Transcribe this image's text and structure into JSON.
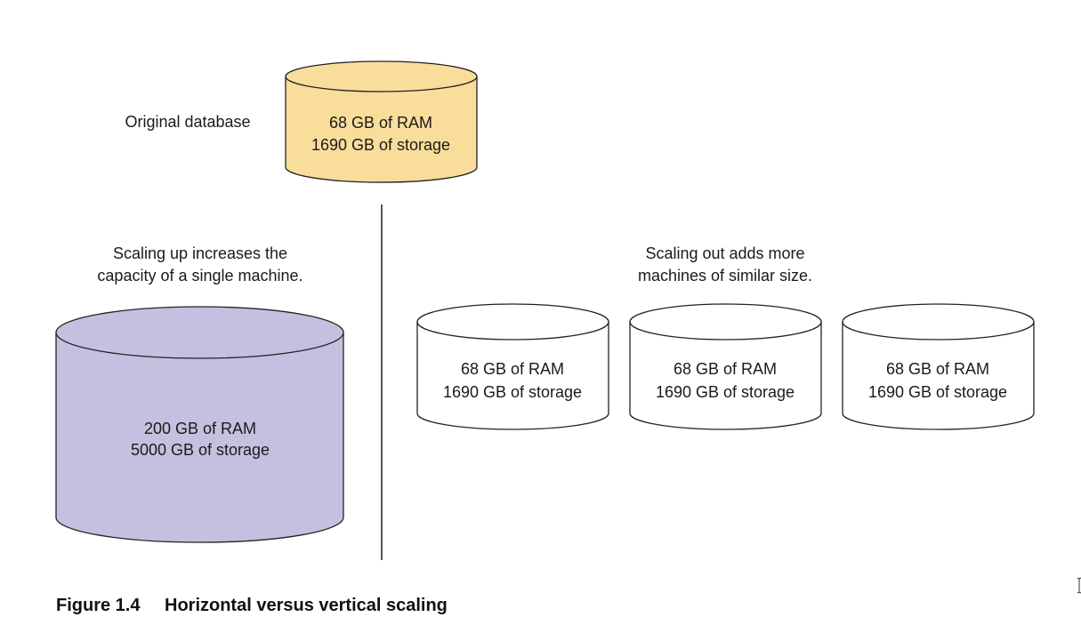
{
  "labels": {
    "original": "Original database",
    "scale_up_line1": "Scaling up increases the",
    "scale_up_line2": "capacity of a single machine.",
    "scale_out_line1": "Scaling out adds more",
    "scale_out_line2": "machines of similar size."
  },
  "databases": {
    "original": {
      "ram": "68 GB of RAM",
      "storage": "1690 GB of storage",
      "fill": "#f9dd9b"
    },
    "scaled_up": {
      "ram": "200 GB of RAM",
      "storage": "5000 GB of storage",
      "fill": "#c5c0df"
    },
    "scaled_out": [
      {
        "ram": "68 GB of RAM",
        "storage": "1690 GB of storage",
        "fill": "#ffffff"
      },
      {
        "ram": "68 GB of RAM",
        "storage": "1690 GB of storage",
        "fill": "#ffffff"
      },
      {
        "ram": "68 GB of RAM",
        "storage": "1690 GB of storage",
        "fill": "#ffffff"
      }
    ]
  },
  "caption": {
    "number": "Figure 1.4",
    "text": "Horizontal versus vertical scaling"
  }
}
